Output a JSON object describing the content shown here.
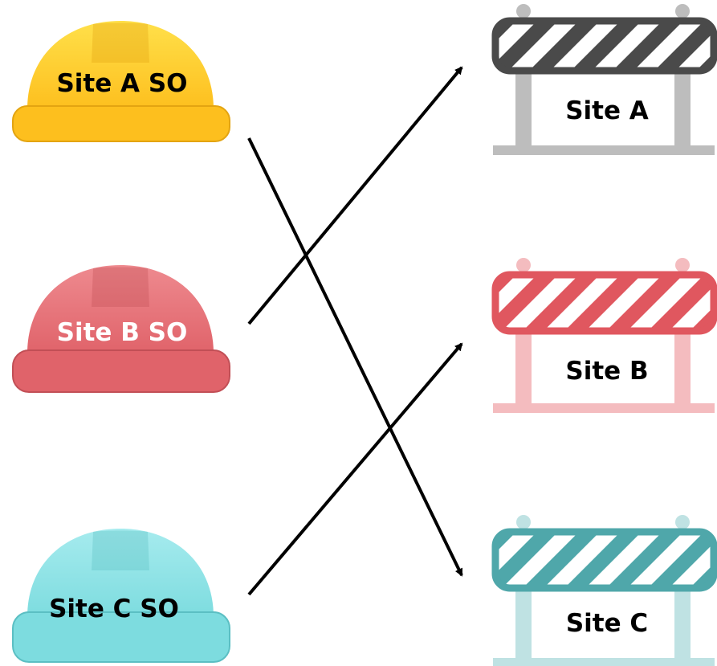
{
  "helmets": [
    {
      "label": "Site A SO",
      "color": "#FDBF1E",
      "light": "#FFE04A",
      "dark": "#E3A411",
      "text_color": "#000000"
    },
    {
      "label": "Site B SO",
      "color": "#E0636A",
      "light": "#EE8A8F",
      "dark": "#C24F56",
      "text_color": "#FFFFFF"
    },
    {
      "label": "Site C SO",
      "color": "#7DDCDF",
      "light": "#A6EBEE",
      "dark": "#5BBFC3",
      "text_color": "#000000"
    }
  ],
  "barriers": [
    {
      "label": "Site A",
      "stripe_color": "#4A4A4A",
      "post_color": "#BDBDBD",
      "base_color": "#BDBDBD"
    },
    {
      "label": "Site B",
      "stripe_color": "#E0575F",
      "post_color": "#F4BCBF",
      "base_color": "#F4BCBF"
    },
    {
      "label": "Site C",
      "stripe_color": "#4FA7AA",
      "post_color": "#BFE2E3",
      "base_color": "#BFE2E3"
    }
  ],
  "connections": [
    {
      "from": "Site A SO",
      "to": "Site C"
    },
    {
      "from": "Site B SO",
      "to": "Site A"
    },
    {
      "from": "Site C SO",
      "to": "Site B"
    }
  ]
}
